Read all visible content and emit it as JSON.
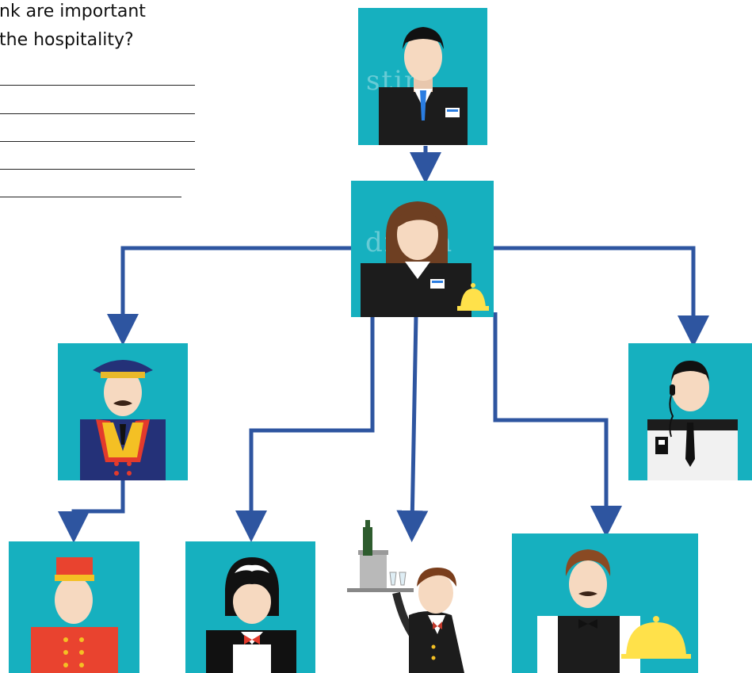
{
  "question": {
    "line1": "nk are important",
    "line2": "the hospitality?",
    "answer_lines": 5
  },
  "watermarks": {
    "top_card": "stim",
    "manager_card": "dre m"
  },
  "colors": {
    "card_bg": "#16b0bf",
    "connector": "#2e55a0",
    "suit": "#1c1c1c",
    "skin": "#f6d9c0"
  },
  "roles": [
    {
      "id": "general-manager",
      "icon": "man-in-suit-icon"
    },
    {
      "id": "front-office-manager",
      "icon": "woman-with-bell-icon"
    },
    {
      "id": "doorman",
      "icon": "doorman-icon"
    },
    {
      "id": "security",
      "icon": "security-guard-icon"
    },
    {
      "id": "bellboy",
      "icon": "bellboy-icon"
    },
    {
      "id": "housekeeper",
      "icon": "maid-icon"
    },
    {
      "id": "waiter",
      "icon": "waiter-with-tray-icon"
    },
    {
      "id": "room-service",
      "icon": "waiter-with-cloche-icon"
    }
  ]
}
